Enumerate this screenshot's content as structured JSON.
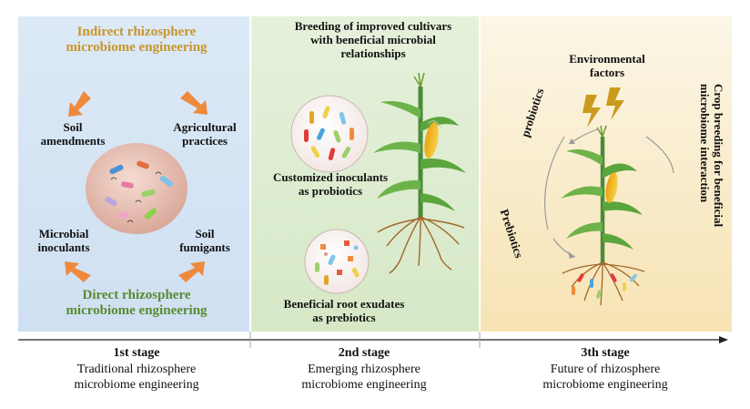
{
  "stage1": {
    "indirect_title_line1": "Indirect rhizosphere",
    "indirect_title_line2": "microbiome engineering",
    "soil_amendments_line1": "Soil",
    "soil_amendments_line2": "amendments",
    "agri_line1": "Agricultural",
    "agri_line2": "practices",
    "microbial_line1": "Microbial",
    "microbial_line2": "inoculants",
    "fumigants_line1": "Soil",
    "fumigants_line2": "fumigants",
    "direct_title_line1": "Direct rhizosphere",
    "direct_title_line2": "microbiome engineering",
    "stage_label": "1st stage",
    "caption_line1": "Traditional rhizosphere",
    "caption_line2": "microbiome engineering"
  },
  "stage2": {
    "breeding_line1": "Breeding of improved cultivars",
    "breeding_line2": "with beneficial microbial",
    "breeding_line3": "relationships",
    "inoculants_line1": "Customized inoculants",
    "inoculants_line2": "as probiotics",
    "exudates_line1": "Beneficial  root exudates",
    "exudates_line2": "as prebiotics",
    "stage_label": "2nd stage",
    "caption_line1": "Emerging rhizosphere",
    "caption_line2": "microbiome engineering"
  },
  "stage3": {
    "env_line1": "Environmental",
    "env_line2": "factors",
    "probiotics": "probiotics",
    "prebiotics": "Prebiotics",
    "crop_line1": "Crop breeding for beneficial",
    "crop_line2": "microbiome interaction",
    "stage_label": "3th stage",
    "caption_line1": "Future of rhizosphere",
    "caption_line2": "microbiome engineering"
  },
  "colors": {
    "indirect_title": "#c8962a",
    "direct_title": "#5a8a30",
    "arrow_orange": "#ef8a3c",
    "lightning": "#c99a1c",
    "panel1": "#d5e5f4",
    "panel2": "#dcecd0",
    "panel3": "#f8ebc6"
  }
}
